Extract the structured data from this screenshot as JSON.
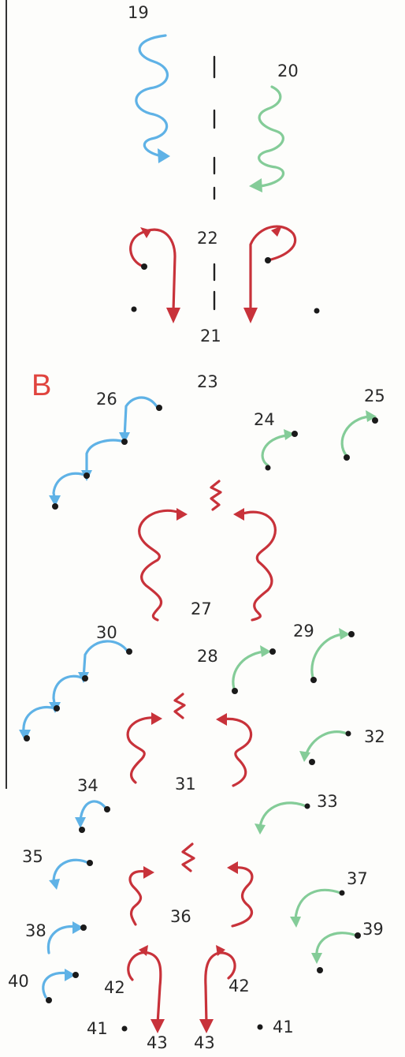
{
  "diagram": {
    "section_marker": "B",
    "labels": {
      "n19": "19",
      "n20": "20",
      "n22": "22",
      "n21": "21",
      "n23": "23",
      "n26": "26",
      "n24": "24",
      "n25": "25",
      "n27": "27",
      "n30": "30",
      "n29": "29",
      "n28": "28",
      "n32": "32",
      "n31": "31",
      "n34": "34",
      "n33": "33",
      "n35": "35",
      "n37": "37",
      "n36": "36",
      "n38": "38",
      "n39": "39",
      "n40": "40",
      "n42a": "42",
      "n42b": "42",
      "n41a": "41",
      "n41b": "41",
      "n43a": "43",
      "n43b": "43"
    },
    "colors": {
      "blue": "#5fb2e6",
      "green": "#84cc98",
      "red": "#c8323a",
      "ink": "#2a2a2a",
      "marker": "#e0443e"
    }
  }
}
